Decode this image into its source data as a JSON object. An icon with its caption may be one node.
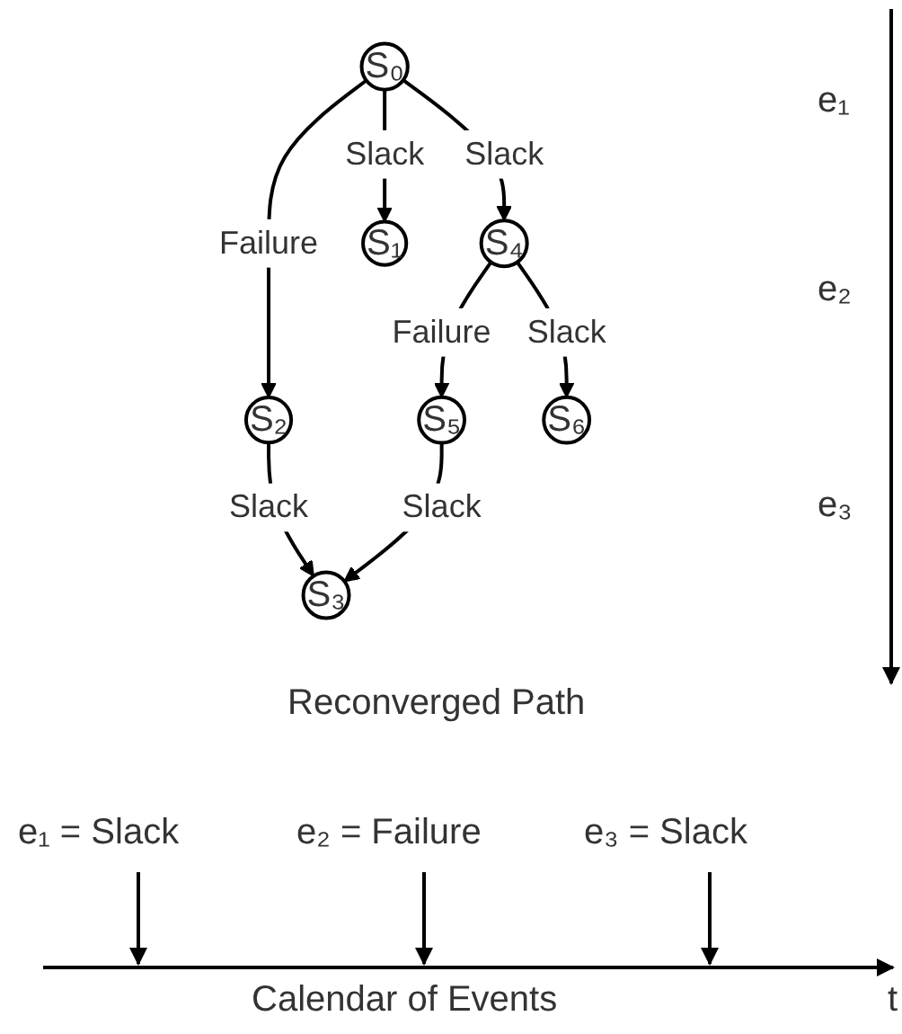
{
  "diagram": {
    "nodes": [
      {
        "text": [
          "S₀"
        ]
      },
      {
        "text": [
          "S₄"
        ]
      },
      {
        "text": [
          "S₂"
        ]
      },
      {
        "text": [
          "S₅"
        ]
      },
      {
        "text": [
          "S₁"
        ]
      },
      {
        "text": [
          "S₃"
        ]
      },
      {
        "text": [
          "S₆"
        ]
      }
    ],
    "edges": [
      {
        "from": 0,
        "to": 1,
        "arrow": "to",
        "label": "Slack"
      },
      {
        "from": 0,
        "to": 2,
        "arrow": "to",
        "label": "Failure"
      },
      {
        "from": 0,
        "to": 4,
        "arrow": "to",
        "label": "Slack"
      },
      {
        "from": 1,
        "to": 3,
        "arrow": "to",
        "label": "Failure"
      },
      {
        "from": 1,
        "to": 6,
        "arrow": "to",
        "label": "Slack"
      },
      {
        "from": 2,
        "to": 5,
        "arrow": "to",
        "label": "Slack"
      },
      {
        "from": 3,
        "to": 5,
        "arrow": "to",
        "label": "Slack"
      }
    ],
    "labels": [
      "e₁",
      "e₂",
      "e₃",
      "Reconverged Path",
      "e₁ = Slack",
      "e₂ = Failure",
      "e₃ = Slack",
      "Calendar of Events",
      "t"
    ]
  }
}
